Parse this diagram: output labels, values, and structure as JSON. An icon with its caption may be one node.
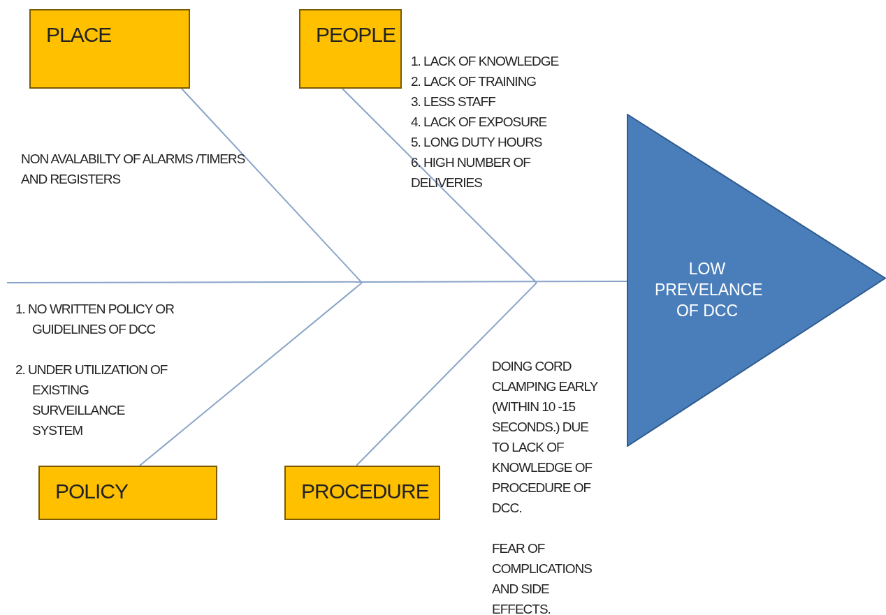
{
  "diagram": {
    "nodes": [
      {
        "text": [
          "PLACE"
        ]
      },
      {
        "text": [
          "PEOPLE"
        ]
      },
      {
        "text": [
          "POLICY"
        ]
      },
      {
        "text": [
          "PROCEDURE"
        ]
      },
      {
        "text": [
          "LOW PREVELANCE OF DCC"
        ]
      }
    ],
    "edges": [
      {
        "from": null,
        "to": 4,
        "arrow": "none"
      },
      {
        "from": 0,
        "to": null,
        "arrow": "none"
      },
      {
        "from": 1,
        "to": null,
        "arrow": "none"
      },
      {
        "from": 2,
        "to": null,
        "arrow": "none"
      },
      {
        "from": 3,
        "to": null,
        "arrow": "none"
      }
    ],
    "labels": [
      "1. LACK OF KNOWLEDGE",
      "2. LACK OF TRAINING",
      "3. LESS STAFF",
      "4. LACK OF EXPOSURE",
      "5. LONG DUTY HOURS",
      "6. HIGH NUMBER OF DELIVERIES",
      "NON AVALABILTY OF ALARMS /TIMERS AND REGISTERS",
      "1. NO WRITTEN POLICY OR GUIDELINES OF DCC",
      "2. UNDER UTILIZATION OF EXISTING SURVEILLANCE SYSTEM",
      "DOING CORD CLAMPING EARLY (WITHIN 10 -15 SECONDS.) DUE TO LACK OF KNOWLEDGE OF PROCEDURE OF DCC.",
      "FEAR OF COMPLICATIONS AND SIDE EFFECTS."
    ]
  }
}
